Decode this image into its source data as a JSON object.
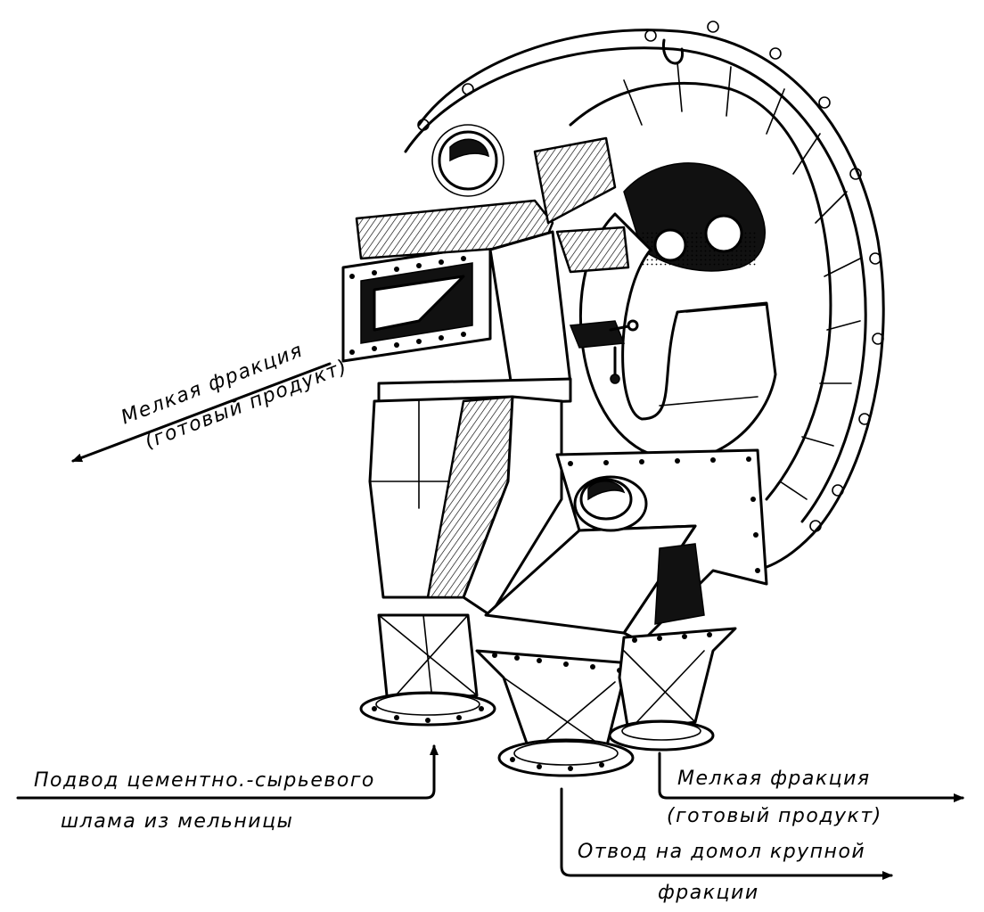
{
  "labels": {
    "fine_fraction_left_line1": "Мелкая фракция",
    "fine_fraction_left_line2": "(готовый продукт)",
    "slurry_inlet_line1": "Подвод цементно.-сырьевого",
    "slurry_inlet_line2": "шлама из мельницы",
    "fine_fraction_right_line1": "Мелкая фракция",
    "fine_fraction_right_line2": "(готовый продукт)",
    "coarse_return_line1": "Отвод на домол крупной",
    "coarse_return_line2": "фракции"
  }
}
